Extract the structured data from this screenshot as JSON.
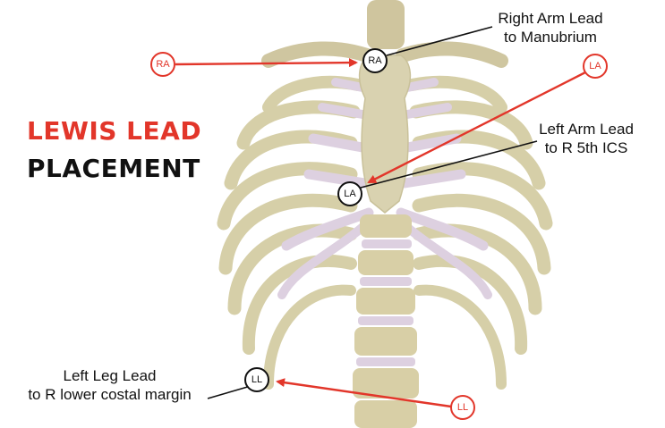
{
  "title": {
    "line1": "LEWIS LEAD",
    "line2": "PLACEMENT",
    "accent_color": "#e2362a"
  },
  "callouts": {
    "ra": [
      "Right Arm Lead",
      "to Manubrium"
    ],
    "la": [
      "Left Arm Lead",
      "to R 5th ICS"
    ],
    "ll": [
      "Left Leg Lead",
      "to R lower costal margin"
    ]
  },
  "markers": {
    "ra": "RA",
    "la": "LA",
    "ll": "LL"
  },
  "colors": {
    "arrow": "#e2362a",
    "bone": "#d9d2b0",
    "cartilage": "#d8c8dc"
  }
}
